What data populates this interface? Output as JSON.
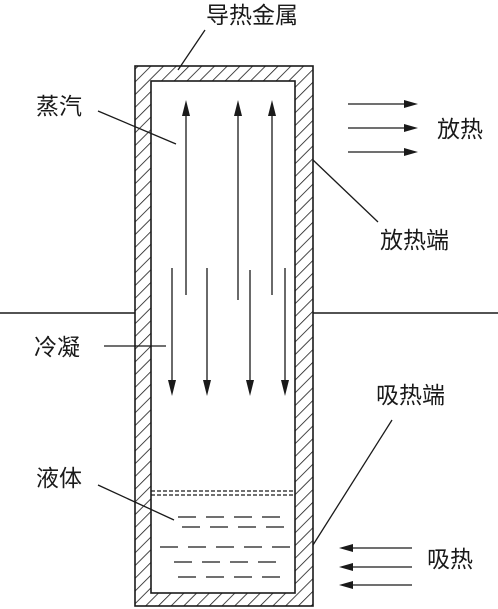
{
  "labels": {
    "metal": "导热金属",
    "vapor": "蒸汽",
    "release_heat": "放热",
    "release_end": "放热端",
    "condense": "冷凝",
    "absorb_end": "吸热端",
    "liquid": "液体",
    "absorb_heat": "吸热"
  },
  "colors": {
    "ink": "#1a1a1a",
    "background": "#ffffff"
  }
}
